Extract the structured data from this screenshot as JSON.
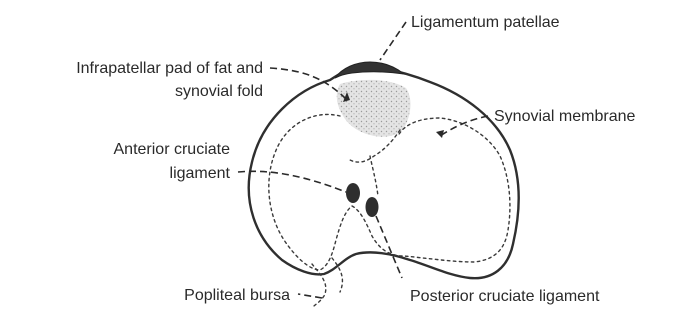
{
  "labels": {
    "ligamentum_patellae": "Ligamentum patellae",
    "infrapatellar_line1": "Infrapatellar pad of fat and",
    "infrapatellar_line2": "synovial fold",
    "synovial_membrane": "Synovial membrane",
    "anterior_cruciate_line1": "Anterior cruciate",
    "anterior_cruciate_line2": "ligament",
    "popliteal_bursa": "Popliteal bursa",
    "posterior_cruciate": "Posterior cruciate ligament"
  },
  "colors": {
    "outline": "#2f2f2f",
    "ligament_fill": "#333333",
    "fat_pad_fill": "#d9d9d9",
    "text": "#2a2a2a"
  }
}
